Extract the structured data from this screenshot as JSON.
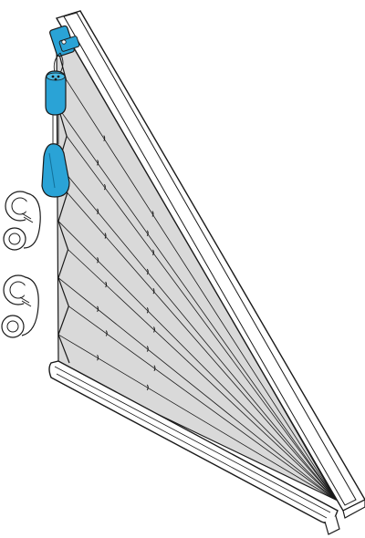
{
  "diagram": {
    "subject": "pleated-blind-triangle-with-accessories",
    "colors": {
      "background": "#ffffff",
      "outline": "#1a1a1a",
      "fabric": "#d9d9d9",
      "rail": "#ffffff",
      "accent": "#2aa3d6",
      "accent_dark": "#12709a"
    },
    "pleat_count": 11,
    "suction_cup_sets": 2,
    "cord_tassels": 2,
    "icons": [
      "rail-bracket-icon",
      "cord-handle-icon",
      "cord-stopper-icon",
      "suction-cup-icon"
    ]
  }
}
